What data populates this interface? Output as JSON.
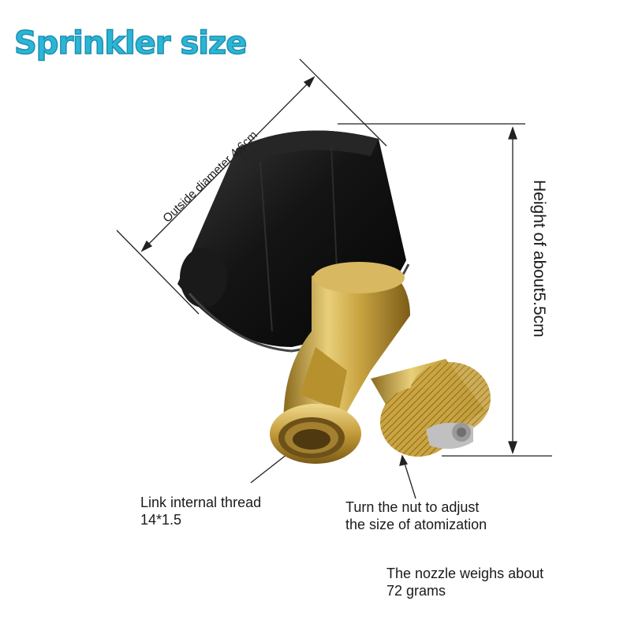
{
  "title": "Sprinkler size",
  "labels": {
    "outside_diameter": "Outside diameter 4.6cm",
    "height": "Height of about5.5cm",
    "thread_line1": "Link internal thread",
    "thread_line2": "14*1.5",
    "nut_line1": "Turn the nut to adjust",
    "nut_line2": "the size of atomization",
    "weight_line1": "The nozzle weighs about",
    "weight_line2": "72 grams"
  },
  "colors": {
    "title": "#2bb6d6",
    "black_cap": "#111111",
    "brass": "#c9a441"
  }
}
